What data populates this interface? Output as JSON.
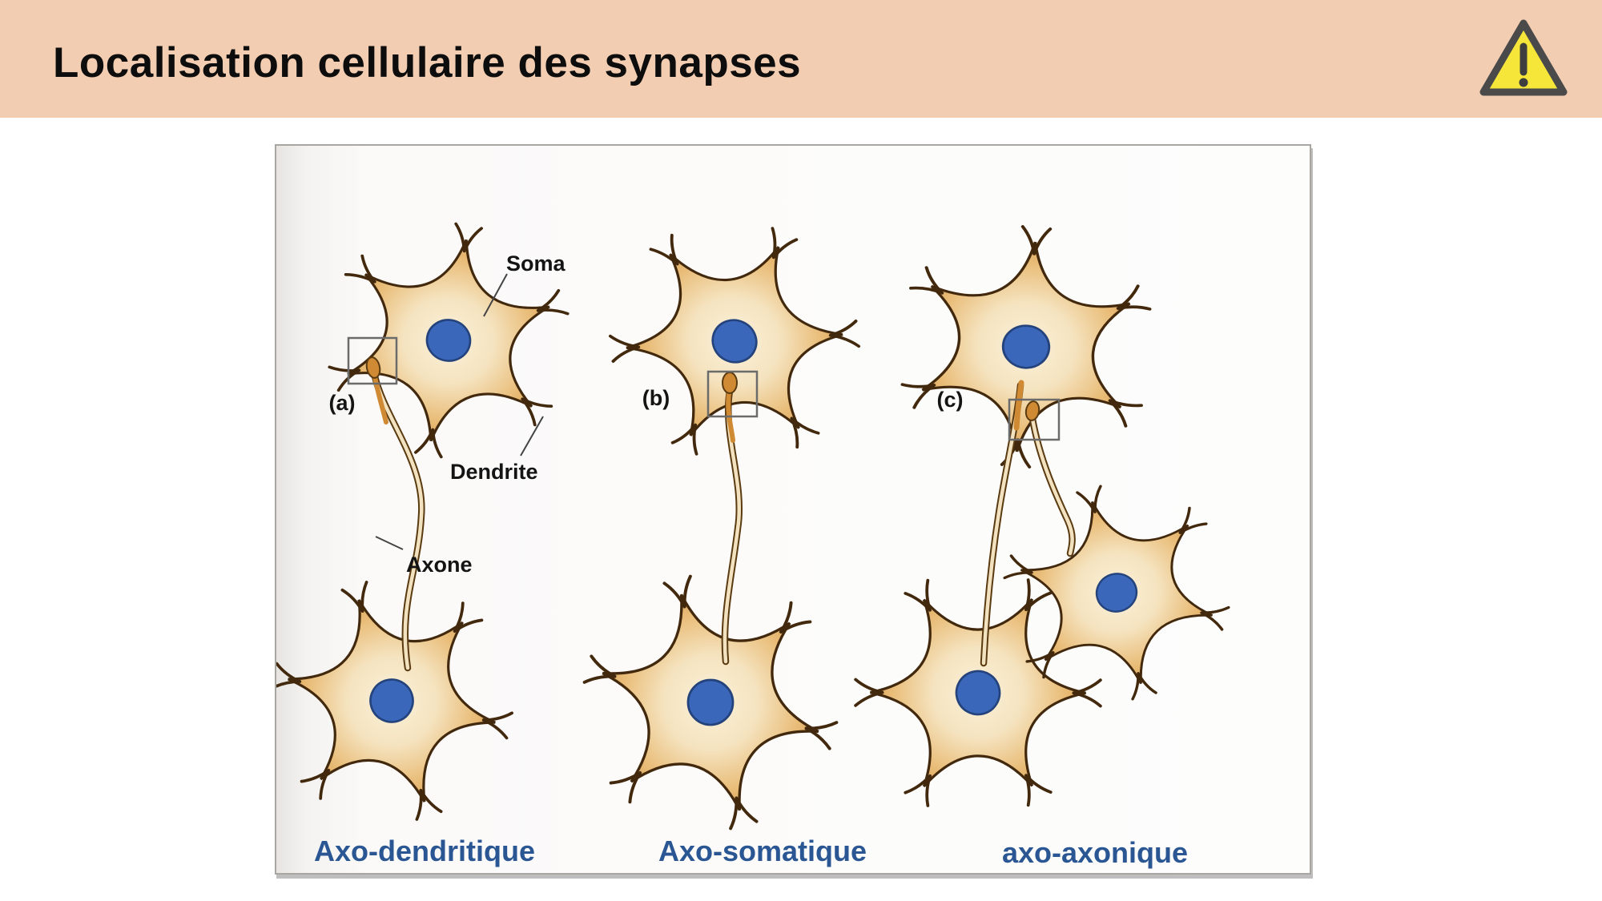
{
  "header": {
    "title": "Localisation cellulaire des synapses",
    "warning_icon": "warning-triangle-icon"
  },
  "figure": {
    "annotations": {
      "soma": "Soma",
      "dendrite": "Dendrite",
      "axone": "Axone"
    },
    "panel_letters": {
      "a": "(a)",
      "b": "(b)",
      "c": "(c)"
    },
    "captions": {
      "a": "Axo-dendritique",
      "b": "Axo-somatique",
      "c": "axo-axonique"
    }
  },
  "colors": {
    "header-bg": "#f2cdb1",
    "caption-color": "#2a5793",
    "cell-outline": "#42290d",
    "nucleus-blue": "#3b67ba",
    "bouton-orange": "#cf8a33",
    "warning-yellow": "#f7e63a",
    "warning-border": "#4a4a4a"
  }
}
